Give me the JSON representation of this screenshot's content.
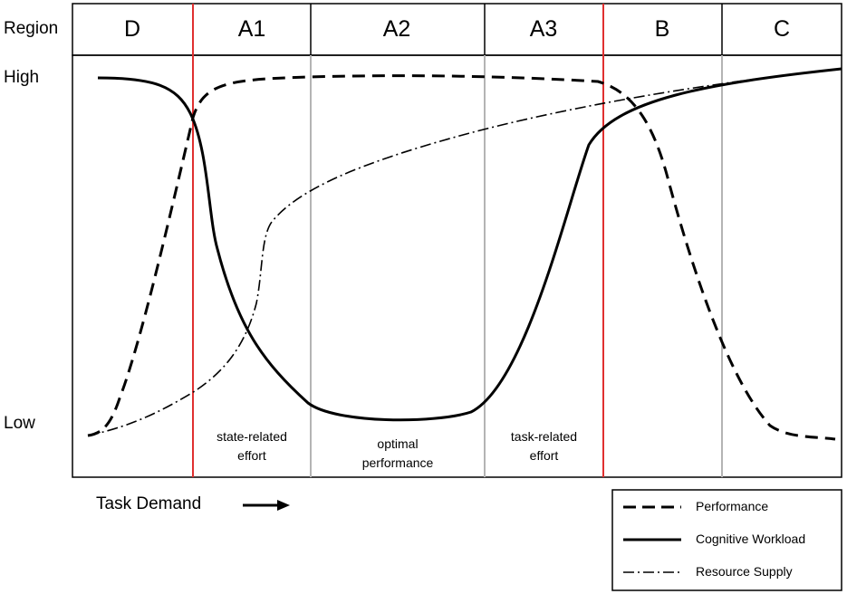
{
  "header": {
    "row_label": "Region",
    "regions": [
      "D",
      "A1",
      "A2",
      "A3",
      "B",
      "C"
    ]
  },
  "y_axis": {
    "high": "High",
    "low": "Low"
  },
  "notes": {
    "a1": [
      "state-related",
      "effort"
    ],
    "a2": [
      "optimal",
      "performance"
    ],
    "a3": [
      "task-related",
      "effort"
    ]
  },
  "x_axis": {
    "label": "Task Demand"
  },
  "legend": {
    "items": [
      {
        "label": "Performance",
        "style": "dashed"
      },
      {
        "label": "Cognitive Workload",
        "style": "solid"
      },
      {
        "label": "Resource Supply",
        "style": "dash-dot"
      }
    ]
  },
  "colors": {
    "boundary": "#e03030",
    "divider": "#b4b4b4",
    "ink": "#000000"
  }
}
